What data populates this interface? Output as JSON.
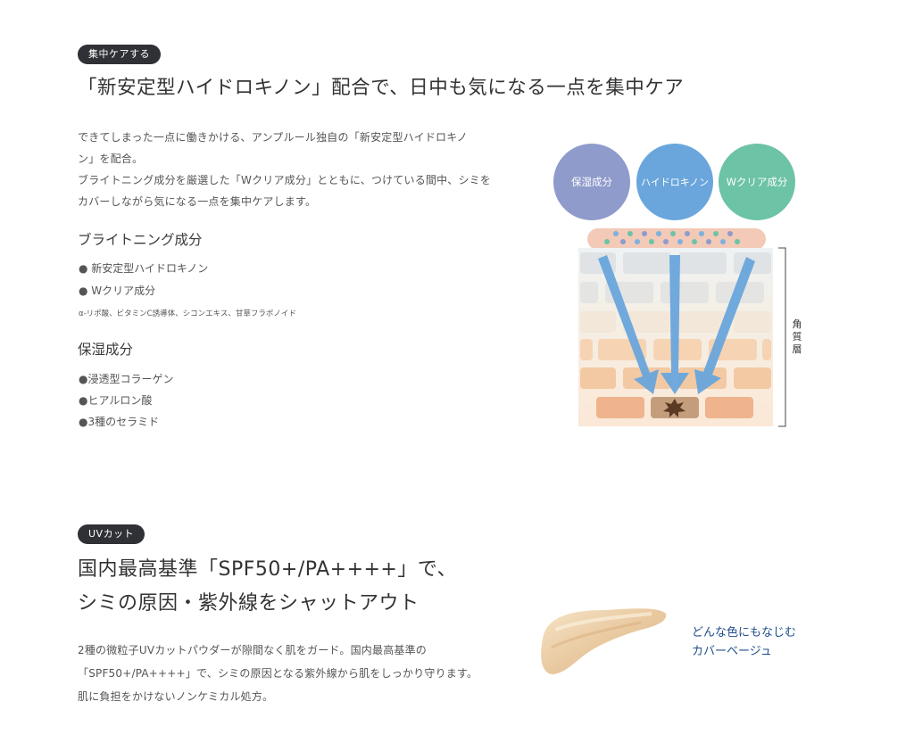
{
  "section1": {
    "badge": "集中ケアする",
    "title": "「新安定型ハイドロキノン」配合で、日中も気になる一点を集中ケア",
    "paragraph_lines": [
      "できてしまった一点に働きかける、アンプルール独自の「新安定型ハイドロキノ",
      "ン」を配合。",
      "ブライトニング成分を厳選した「Wクリア成分」とともに、つけている間中、シミを",
      "カバーしながら気になる一点を集中ケアします。"
    ],
    "brightening": {
      "title": "ブライトニング成分",
      "items": [
        "●  新安定型ハイドロキノン",
        "●  Wクリア成分"
      ],
      "note": "α-リポ酸、ビタミンC誘導体、シコンエキス、甘草フラボノイド"
    },
    "moisture": {
      "title": "保湿成分",
      "items": [
        "●浸透型コラーゲン",
        "●ヒアルロン酸",
        "●3種のセラミド"
      ]
    },
    "diagram": {
      "circles": [
        {
          "label": "保湿成分",
          "color": "#8f9bcb"
        },
        {
          "label": "ハイドロキノン",
          "color": "#6aa6dc"
        },
        {
          "label": "Wクリア成分",
          "color": "#6cc3a5"
        }
      ],
      "layer_label": "角質層"
    }
  },
  "section2": {
    "badge": "UVカット",
    "title_lines": [
      "国内最高基準「SPF50+/PA++++」で、",
      "シミの原因・紫外線をシャットアウト"
    ],
    "paragraph_lines": [
      "2種の微粒子UVカットパウダーが隙間なく肌をガード。国内最高基準の",
      "「SPF50+/PA++++」で、シミの原因となる紫外線から肌をしっかり守ります。",
      "肌に負担をかけないノンケミカル処方。"
    ],
    "caption_lines": [
      "どんな色にもなじむ",
      "カバーベージュ"
    ]
  }
}
